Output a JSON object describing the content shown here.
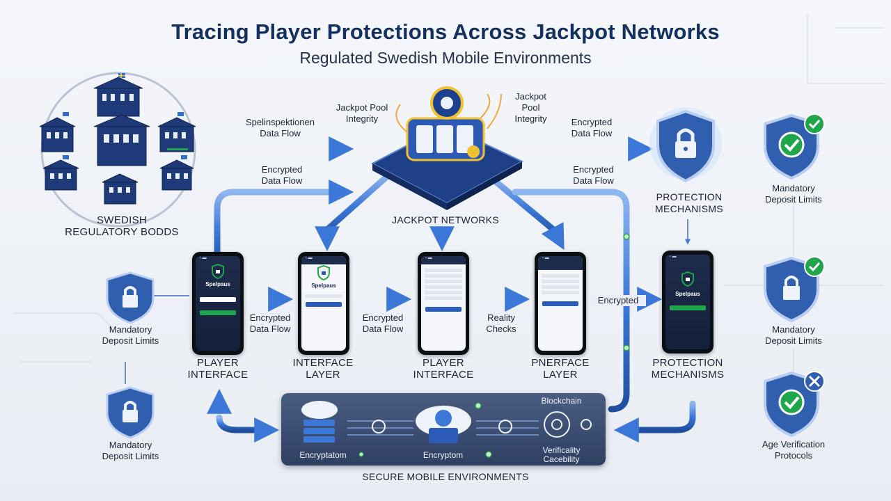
{
  "title": "Tracing Player Protections Across Jackpot Networks",
  "subtitle": "Regulated Swedish Mobile Environments",
  "regulators": {
    "label_line1": "SWEDISH",
    "label_line2": "REGULATORY BODDS"
  },
  "flows": {
    "spelinspektionen_l1": "Spelinspektionen",
    "spelinspektionen_l2": "Data Flow",
    "enc_top_left_l1": "Encrypted",
    "enc_top_left_l2": "Data Flow",
    "enc_top_right_l1": "Encrypted",
    "enc_top_right_l2": "Data Flow",
    "enc_mid_right_l1": "Encrypted",
    "enc_mid_right_l2": "Data Flow",
    "enc_p1_l1": "Encrypted",
    "enc_p1_l2": "Data Flow",
    "enc_p2_l1": "Encrypted",
    "enc_p2_l2": "Data Flow",
    "reality_l1": "Reality",
    "reality_l2": "Checks",
    "encrypted_short": "Encrypted"
  },
  "jackpot": {
    "pool_l1": "Jackpot Pool",
    "pool_l2": "Integrity",
    "pool_right_l1": "Jackpot",
    "pool_right_l2": "Pool",
    "pool_right_l3": "Integrity",
    "network_label": "JACKPOT NETWORKS"
  },
  "protection_top": {
    "l1": "PROTECTION",
    "l2": "MECHANISMS"
  },
  "left_side": [
    {
      "l1": "Mandatory",
      "l2": "Deposit Limits"
    },
    {
      "l1": "Mandatory",
      "l2": "Deposit Limits"
    }
  ],
  "right_side": [
    {
      "l1": "Mandatory",
      "l2": "Deposit Limits"
    },
    {
      "l1": "Mandatory",
      "l2": "Deposit Limits"
    },
    {
      "l1": "Age Verification",
      "l2": "Protocols"
    }
  ],
  "phones": [
    {
      "l1": "PLAYER",
      "l2": "INTERFACE",
      "app": "Spelpaus",
      "theme": "dark"
    },
    {
      "l1": "INTERFACE",
      "l2": "LAYER",
      "app": "Spelpaus",
      "theme": "light"
    },
    {
      "l1": "PLAYER",
      "l2": "INTERFACE",
      "app": "",
      "theme": "light"
    },
    {
      "l1": "PNERFACE",
      "l2": "LAYER",
      "app": "",
      "theme": "light"
    },
    {
      "l1": "PROTECTION",
      "l2": "MECHANISMS",
      "app": "Spelpaus",
      "theme": "dark"
    }
  ],
  "secure": {
    "encryptatom": "Encryptatom",
    "encryptom": "Encryptom",
    "blockchain": "Blockchain",
    "verif_l1": "Verificality",
    "verif_l2": "Cacebility",
    "env_label": "SECURE MOBILE ENVIRONMENTS"
  },
  "colors": {
    "accent": "#2f6fd0",
    "navy": "#13305e",
    "shield": "#2f5fae",
    "check": "#1fa54a"
  }
}
